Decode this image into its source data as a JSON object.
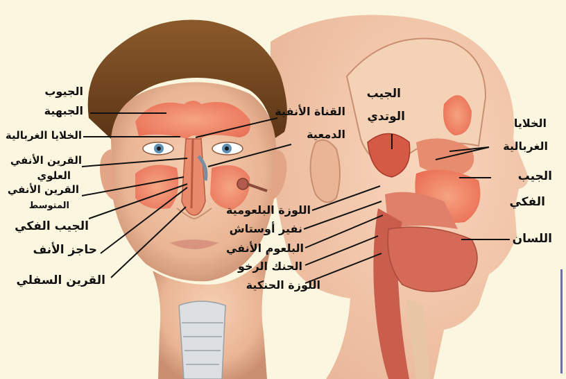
{
  "labels": {
    "frontal_1": "الجيوب",
    "frontal_2": "الجبهية",
    "ethmoid_front": "الخلايا الغربالية",
    "sup_conch_1": "القرين الأنفي",
    "sup_conch_2": "العلوي",
    "mid_conch_1": "القرين الأنفي",
    "mid_conch_2": "المتوسط",
    "maxillary_front": "الجيب الفكي",
    "septum": "حاجز الأنف",
    "inf_conch": "القرين السفلي",
    "nasolacrimal_1": "القناة الأنفية",
    "nasolacrimal_2": "الدمعية",
    "sphenoid_1": "الجيب",
    "sphenoid_2": "الوتدي",
    "adenoid": "اللوزة البلعومية",
    "eustachian": "نفير أوستاش",
    "nasopharynx": "البلعوم الأنفي",
    "soft_palate": "الحنك الرخو",
    "palatine_tonsil": "اللوزة الحنكية",
    "ethmoid_side_1": "الخلايا",
    "ethmoid_side_2": "الغربالية",
    "maxillary_side_1": "الجيب",
    "maxillary_side_2": "الفكي",
    "tongue": "اللسان"
  },
  "colors": {
    "background": "#fbf6df",
    "sinus": "#f07a5e",
    "skin": "#f2c4a5",
    "hair": "#7a4a22",
    "leader_line": "#111111"
  }
}
